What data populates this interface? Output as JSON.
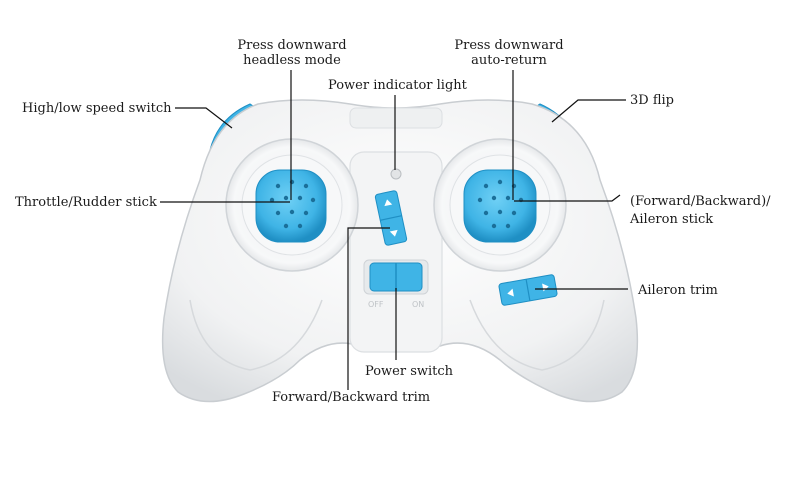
{
  "diagram": {
    "labels": {
      "press_headless": [
        "Press downward",
        "headless mode"
      ],
      "press_autoreturn": [
        "Press downward",
        "auto-return"
      ],
      "power_indicator": "Power indicator light",
      "speed_switch": "High/low speed switch",
      "flip_3d": "3D flip",
      "throttle_stick": "Throttle/Rudder stick",
      "aileron_stick": [
        "(Forward/Backward)/",
        "Aileron stick"
      ],
      "aileron_trim": "Aileron trim",
      "power_switch": "Power switch",
      "fb_trim": "Forward/Backward trim"
    },
    "colors": {
      "body": "#f4f5f6",
      "body_shadow": "#d8dbde",
      "accent_blue": "#3fb4e6",
      "accent_dark": "#1f8fc4",
      "leader_line": "#111111"
    },
    "icons": [
      "controller-body",
      "left-stick",
      "right-stick",
      "power-indicator-light",
      "trim-button",
      "power-switch"
    ]
  }
}
